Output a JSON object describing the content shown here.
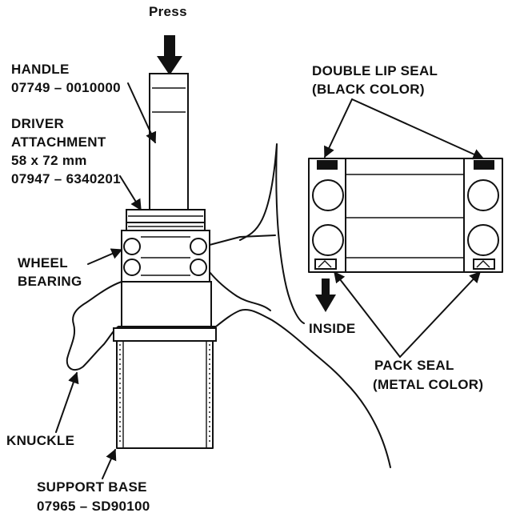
{
  "labels": {
    "press": "Press",
    "handle": "HANDLE",
    "handle_part": "07749 – 0010000",
    "driver": "DRIVER",
    "attachment": "ATTACHMENT",
    "attachment_size": "58 x 72 mm",
    "attachment_part": "07947 – 6340201",
    "wheel": "WHEEL",
    "bearing": "BEARING",
    "knuckle": "KNUCKLE",
    "support_base": "SUPPORT BASE",
    "support_part": "07965 – SD90100",
    "double_lip_seal": "DOUBLE LIP SEAL",
    "black_color": "(BLACK COLOR)",
    "inside": "INSIDE",
    "pack_seal": "PACK SEAL",
    "metal_color": "(METAL COLOR)"
  }
}
